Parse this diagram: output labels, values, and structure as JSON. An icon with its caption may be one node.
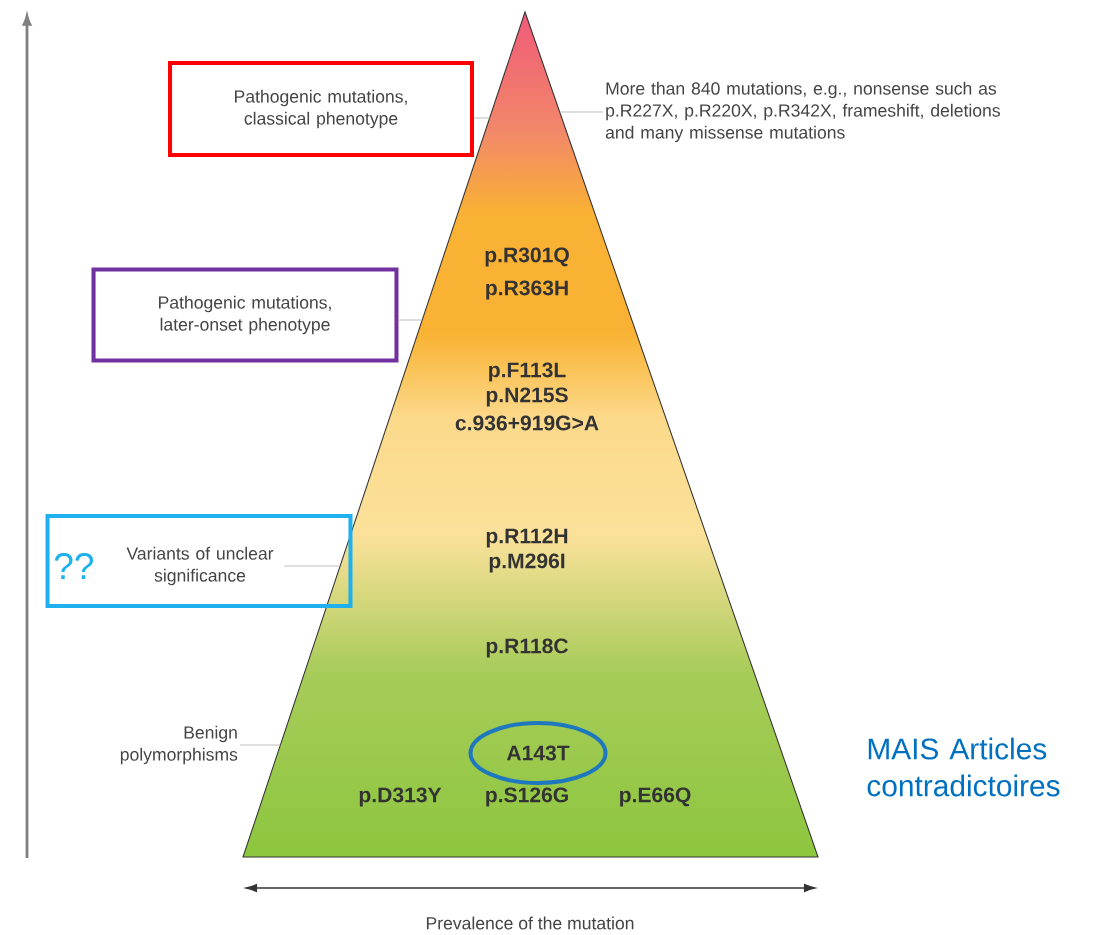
{
  "diagram": {
    "nodes": [
      {
        "text": [],
        "shape": "triangle"
      },
      {
        "text": [
          "Pathogenic mutations, classical phenotype"
        ]
      },
      {
        "text": [
          "Pathogenic mutations, later-onset phenotype"
        ]
      },
      {
        "text": [
          "??",
          "Variants of unclear significance"
        ]
      },
      {
        "text": [
          "Benign polymorphisms"
        ]
      },
      {
        "text": [
          "More than 840 mutations, e.g., nonsense such as p.R227X, p.R220X, p.R342X, frameshift, deletions and many missense mutations"
        ]
      },
      {
        "text": [
          "A143T"
        ],
        "in": 0
      }
    ],
    "edges": [
      {
        "from": 1,
        "to": 0,
        "arrow": "none"
      },
      {
        "from": 2,
        "to": 0,
        "arrow": "none"
      },
      {
        "from": 3,
        "to": 0,
        "arrow": "none"
      },
      {
        "from": 4,
        "to": 0,
        "arrow": "none"
      },
      {
        "from": 5,
        "to": 0,
        "arrow": "none"
      }
    ],
    "labels": [
      "p.R301Q",
      "p.R363H",
      "p.F113L",
      "p.N215S",
      "c.936+919G>A",
      "p.R112H",
      "p.M296I",
      "p.R118C",
      "MAIS Articles contradictoires",
      "p.D313Y",
      "p.S126G",
      "p.E66Q",
      "Prevalence of the mutation"
    ]
  }
}
